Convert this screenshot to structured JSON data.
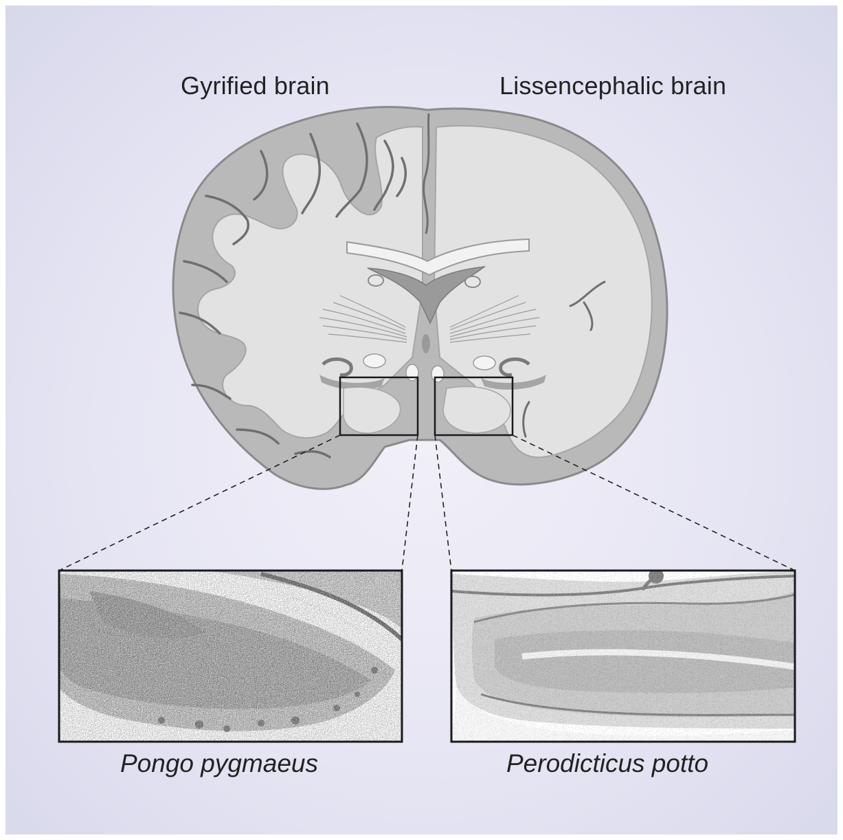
{
  "labels": {
    "left_brain_title": "Gyrified brain",
    "right_brain_title": "Lissencephalic brain",
    "left_species": "Pongo pygmaeus",
    "right_species": "Perodicticus potto"
  },
  "colors": {
    "background": "#e6e5f3",
    "cortex_grey_matter": "#b9b9b9",
    "white_matter": "#e2e2e2",
    "outline": "#8a8a8a",
    "sulcus": "#6f6f6f",
    "inset_frame": "#1a1a1a",
    "callout_line": "#222222"
  },
  "icons": {
    "brain": "coronal-brain-section-illustration",
    "left_micrograph": "nissl-stained-hippocampus-micrograph",
    "right_micrograph": "nissl-stained-hippocampus-micrograph"
  }
}
